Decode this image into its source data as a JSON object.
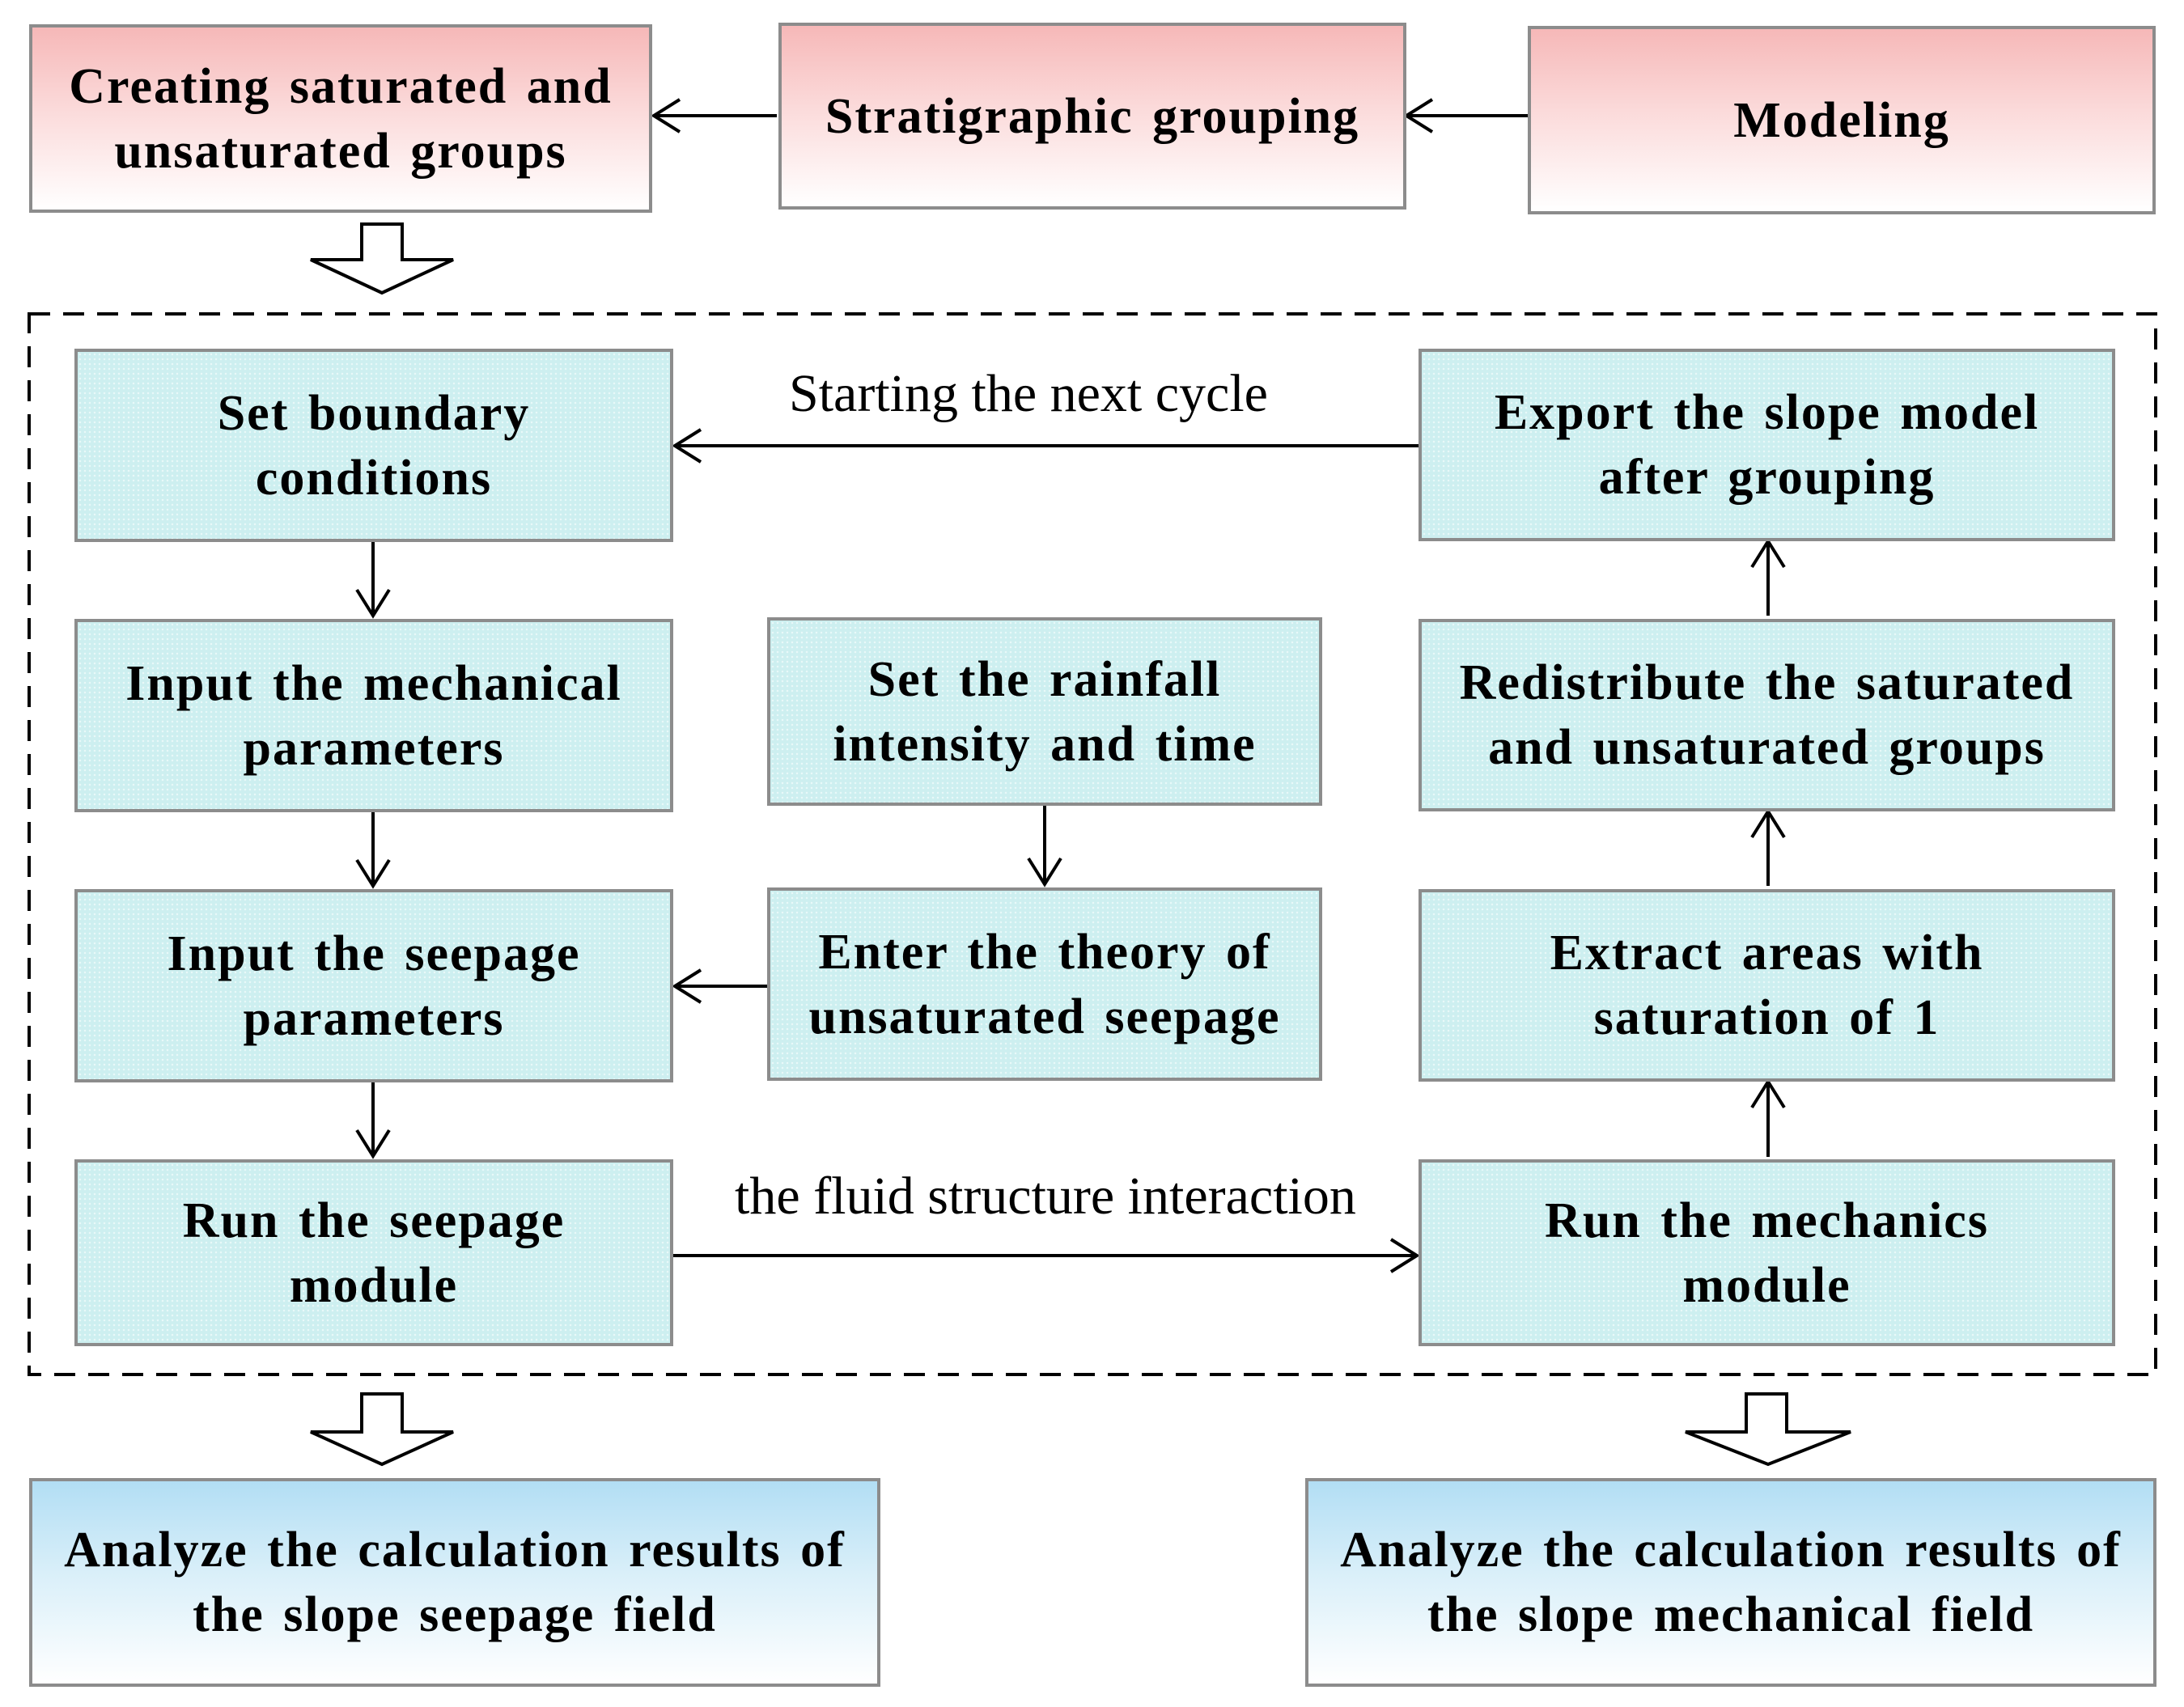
{
  "nodes": {
    "modeling": "Modeling",
    "stratigraphic_grouping": "Stratigraphic  grouping",
    "creating_groups": "Creating saturated and\nunsaturated groups",
    "set_boundary": "Set boundary\nconditions",
    "input_mechanical": "Input the mechanical\nparameters",
    "input_seepage": "Input the seepage\nparameters",
    "run_seepage": "Run the seepage\nmodule",
    "set_rainfall": "Set the rainfall\nintensity and time",
    "enter_theory": "Enter the theory of\nunsaturated seepage",
    "export_model": "Export the slope model\nafter grouping",
    "redistribute": "Redistribute the saturated\nand unsaturated groups",
    "extract_areas": "Extract areas with\nsaturation of 1",
    "run_mechanics": "Run the mechanics\nmodule",
    "analyze_seepage": "Analyze the calculation results of\nthe slope seepage field",
    "analyze_mechanical": "Analyze the calculation results of\nthe slope mechanical field"
  },
  "edge_labels": {
    "next_cycle": "Starting the next cycle",
    "fluid_structure": "the fluid structure interaction"
  },
  "colors": {
    "top_box_fill": "#f9c9c9",
    "process_box_fill": "#cdeff0",
    "result_box_fill": "#c6e8f7",
    "box_border": "#8c8c8c",
    "arrow": "#000000"
  }
}
